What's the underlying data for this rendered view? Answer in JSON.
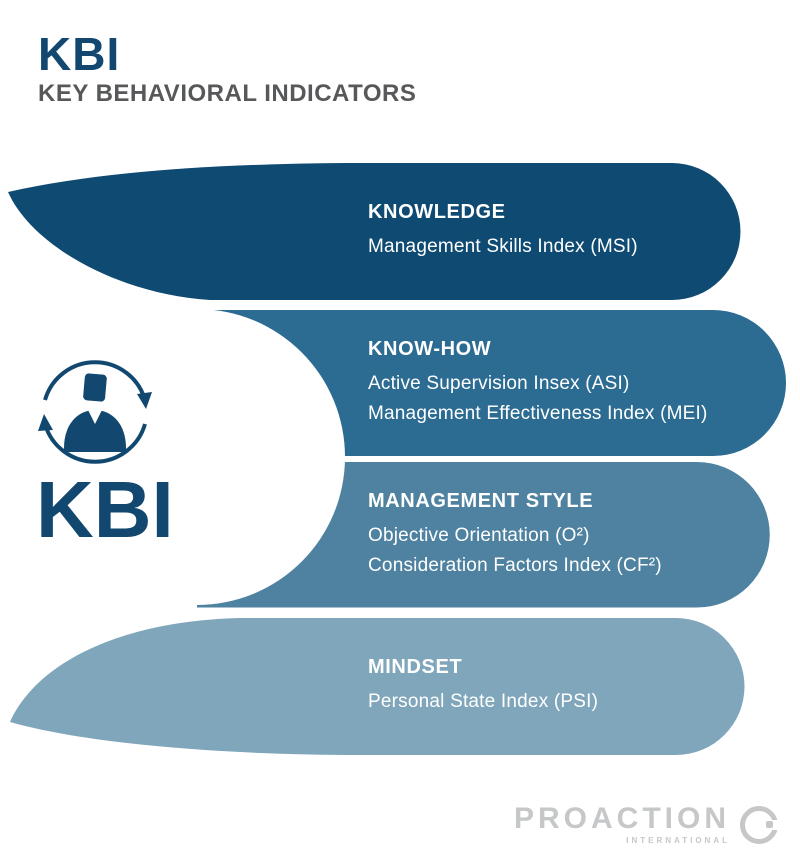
{
  "header": {
    "title": "KBI",
    "subtitle": "KEY BEHAVIORAL INDICATORS"
  },
  "center": {
    "label": "KBI",
    "icon": "person-cycle-icon"
  },
  "colors": {
    "navy_text": "#12486f",
    "subtitle_gray": "#57585a",
    "footer_gray": "#c6c7c9",
    "white": "#ffffff"
  },
  "bands": [
    {
      "title": "KNOWLEDGE",
      "lines": [
        "Management Skills Index (MSI)"
      ],
      "color": "#0e4a72"
    },
    {
      "title": "KNOW-HOW",
      "lines": [
        "Active Supervision Insex (ASI)",
        "Management Effectiveness Index (MEI)"
      ],
      "color": "#2c6b92"
    },
    {
      "title": "MANAGEMENT STYLE",
      "lines": [
        "Objective Orientation (O²)",
        "Consideration Factors Index (CF²)"
      ],
      "color": "#4e82a0"
    },
    {
      "title": "MINDSET",
      "lines": [
        "Personal State Index (PSI)"
      ],
      "color": "#7fa6ba"
    }
  ],
  "footer": {
    "brand": "PROACTION",
    "brand_sub": "INTERNATIONAL"
  }
}
